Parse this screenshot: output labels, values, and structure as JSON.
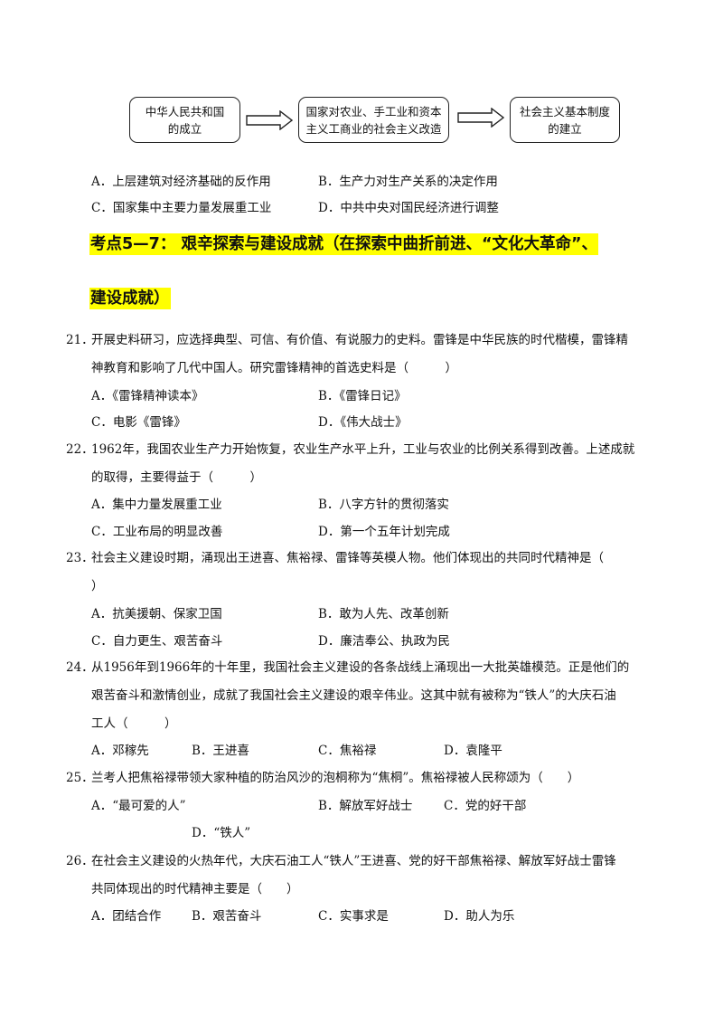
{
  "diagram": {
    "boxes": [
      {
        "line1": "中华人民共和国",
        "line2": "的成立"
      },
      {
        "line1": "国家对农业、手工业和资本",
        "line2": "主义工商业的社会主义改造"
      },
      {
        "line1": "社会主义基本制度",
        "line2": "的建立"
      }
    ],
    "arrow_icon": "right-hollow-arrow"
  },
  "prev_question": {
    "options": {
      "A": "A．上层建筑对经济基础的反作用",
      "B": "B．生产力对生产关系的决定作用",
      "C": "C．国家集中主要力量发展重工业",
      "D": "D．中共中央对国民经济进行调整"
    }
  },
  "section_heading": {
    "line1": "考点5—7：  艰辛探索与建设成就（在探索中曲折前进、“文化大革命”、",
    "line2": "建设成就）",
    "highlight_color": "#ffff00"
  },
  "questions": [
    {
      "number": "21．",
      "lines": [
        "开展史料研习，应选择典型、可信、有价值、有说服力的史料。雷锋是中华民族的时代楷模，雷锋精",
        "神教育和影响了几代中国人。研究雷锋精神的首选史料是（　　　）"
      ],
      "options": {
        "A": "A．《雷锋精神读本》",
        "B": "B．《雷锋日记》",
        "C": "C．电影《雷锋》",
        "D": "D．《伟大战士》"
      }
    },
    {
      "number": "22．",
      "lines": [
        "1962年，我国农业生产力开始恢复，农业生产水平上升，工业与农业的比例关系得到改善。上述成就",
        "的取得，主要得益于（　　　）"
      ],
      "options": {
        "A": "A．集中力量发展重工业",
        "B": "B．八字方针的贯彻落实",
        "C": "C．工业布局的明显改善",
        "D": "D．第一个五年计划完成"
      }
    },
    {
      "number": "23．",
      "lines": [
        "社会主义建设时期，涌现出王进喜、焦裕禄、雷锋等英模人物。他们体现出的共同时代精神是（",
        "）"
      ],
      "options": {
        "A": "A．抗美援朝、保家卫国",
        "B": "B．敢为人先、改革创新",
        "C": "C．自力更生、艰苦奋斗",
        "D": "D．廉洁奉公、执政为民"
      }
    },
    {
      "number": "24．",
      "lines": [
        "从1956年到1966年的十年里，我国社会主义建设的各条战线上涌现出一大批英雄模范。正是他们的",
        "艰苦奋斗和激情创业，成就了我国社会主义建设的艰辛伟业。这其中就有被称为“铁人”的大庆石油",
        "工人（　　　）"
      ],
      "options": {
        "A": "A．邓稼先",
        "B": "B．王进喜",
        "C": "C．焦裕禄",
        "D": "D．袁隆平"
      }
    },
    {
      "number": "25．",
      "lines": [
        "兰考人把焦裕禄带领大家种植的防治风沙的泡桐称为“焦桐”。焦裕禄被人民称颂为（　　）"
      ],
      "options": {
        "A": "A．“最可爱的人”",
        "B": "B．解放军好战士",
        "C": "C．党的好干部",
        "D": "D．“铁人”"
      }
    },
    {
      "number": "26．",
      "lines": [
        "在社会主义建设的火热年代，大庆石油工人“铁人”王进喜、党的好干部焦裕禄、解放军好战士雷锋",
        "共同体现出的时代精神主要是（　　）"
      ],
      "options": {
        "A": "A．团结合作",
        "B": "B．艰苦奋斗",
        "C": "C．实事求是",
        "D": "D．助人为乐"
      }
    }
  ]
}
